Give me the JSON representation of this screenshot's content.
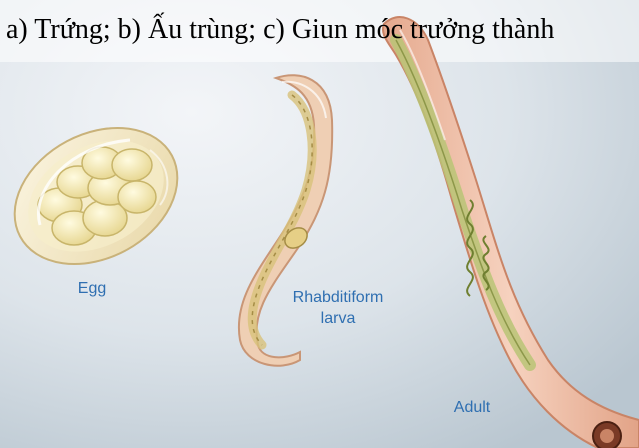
{
  "caption": "a) Trứng; b) Ấu trùng; c) Giun móc trưởng thành",
  "labels": {
    "egg": "Egg",
    "larva_line1": "Rhabditiform",
    "larva_line2": "larva",
    "adult": "Adult"
  },
  "colors": {
    "background_light": "#eef2f6",
    "background_dark": "#bfcbd5",
    "label_blue": "#2f6fb1",
    "worm_pink": "#efc2ab",
    "egg_yolk": "#f2e6a8",
    "gut_green": "#b9c476"
  }
}
